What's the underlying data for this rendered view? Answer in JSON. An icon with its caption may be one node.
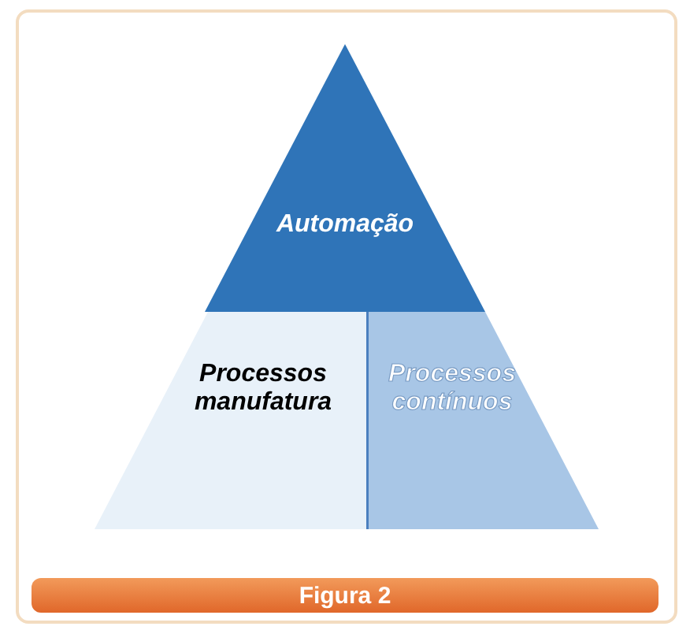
{
  "diagram": {
    "caption": "Figura 2",
    "nodes": [
      {
        "text": [
          "Automação"
        ]
      },
      {
        "text": [
          "Processos manufatura"
        ]
      },
      {
        "text": [
          "Processos contínuos"
        ]
      }
    ]
  }
}
